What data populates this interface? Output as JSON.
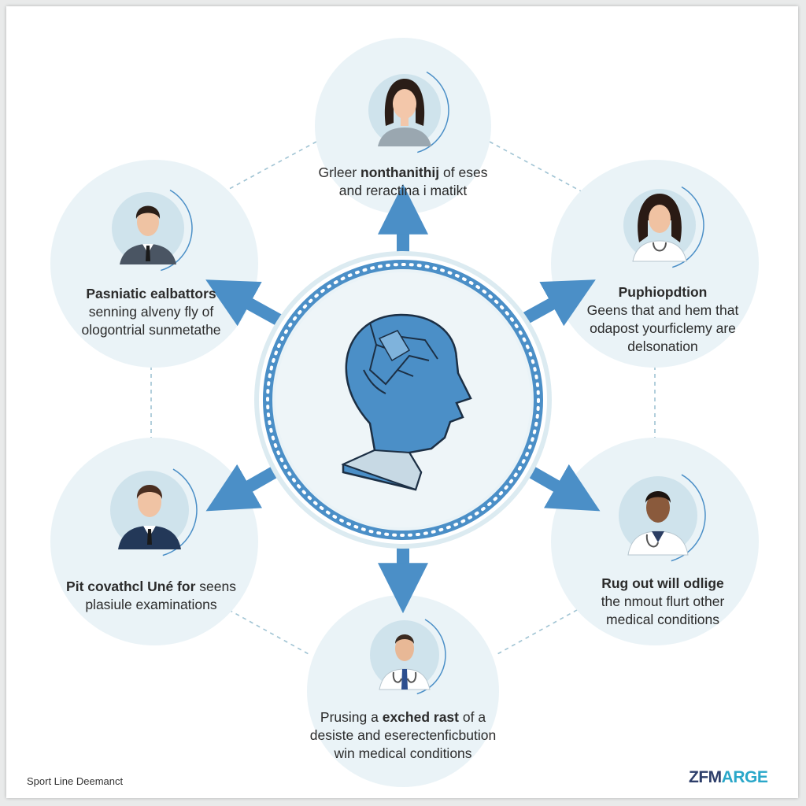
{
  "colors": {
    "accent": "#4b8fc7",
    "node_fill": "#eaf3f7",
    "avatar_fill": "#cfe3ec",
    "text": "#2b2b2b"
  },
  "nodes": [
    {
      "id": "top",
      "lines": [
        {
          "segments": [
            {
              "text": "Grleer "
            },
            {
              "text": "nonthanithij",
              "bold": true
            },
            {
              "text": " of eses"
            }
          ]
        },
        {
          "segments": [
            {
              "text": "and reractina i matikt"
            }
          ]
        }
      ],
      "avatar": "woman-icon"
    },
    {
      "id": "upper-right",
      "lines": [
        {
          "segments": [
            {
              "text": "Puphiopdtion",
              "bold": true
            }
          ]
        },
        {
          "segments": [
            {
              "text": "Geens that and hem that"
            }
          ]
        },
        {
          "segments": [
            {
              "text": "odapost yourficlemy are"
            }
          ]
        },
        {
          "segments": [
            {
              "text": "delsonation"
            }
          ]
        }
      ],
      "avatar": "female-doctor-icon"
    },
    {
      "id": "lower-right",
      "lines": [
        {
          "segments": [
            {
              "text": "Rug out will odlige",
              "bold": true
            }
          ]
        },
        {
          "segments": [
            {
              "text": "the nmout flurt other"
            }
          ]
        },
        {
          "segments": [
            {
              "text": "medical conditions"
            }
          ]
        }
      ],
      "avatar": "male-doctor-icon"
    },
    {
      "id": "bottom",
      "lines": [
        {
          "segments": [
            {
              "text": "Prusing a "
            },
            {
              "text": "exched rast",
              "bold": true
            },
            {
              "text": " of a"
            }
          ]
        },
        {
          "segments": [
            {
              "text": "desiste and eserectenficbution"
            }
          ]
        },
        {
          "segments": [
            {
              "text": "win medical conditions"
            }
          ]
        }
      ],
      "avatar": "doctor-tie-icon"
    },
    {
      "id": "lower-left",
      "lines": [
        {
          "segments": [
            {
              "text": "Pit covathcl Uné for",
              "bold": true
            },
            {
              "text": " seens"
            }
          ]
        },
        {
          "segments": [
            {
              "text": "plasiule examinations"
            }
          ]
        }
      ],
      "avatar": "businessman-icon"
    },
    {
      "id": "upper-left",
      "lines": [
        {
          "segments": [
            {
              "text": "Pasniatic ealbattors",
              "bold": true
            }
          ]
        },
        {
          "segments": [
            {
              "text": "senning alveny fly of"
            }
          ]
        },
        {
          "segments": [
            {
              "text": "ologontrial sunmetathe"
            }
          ]
        }
      ],
      "avatar": "man-suit-icon"
    }
  ],
  "center": {
    "icon": "human-head-brain-icon"
  },
  "footer": {
    "left_text": "Sport Line Deemanct",
    "logo_main": "ZFM",
    "logo_accent": "ARGE"
  }
}
